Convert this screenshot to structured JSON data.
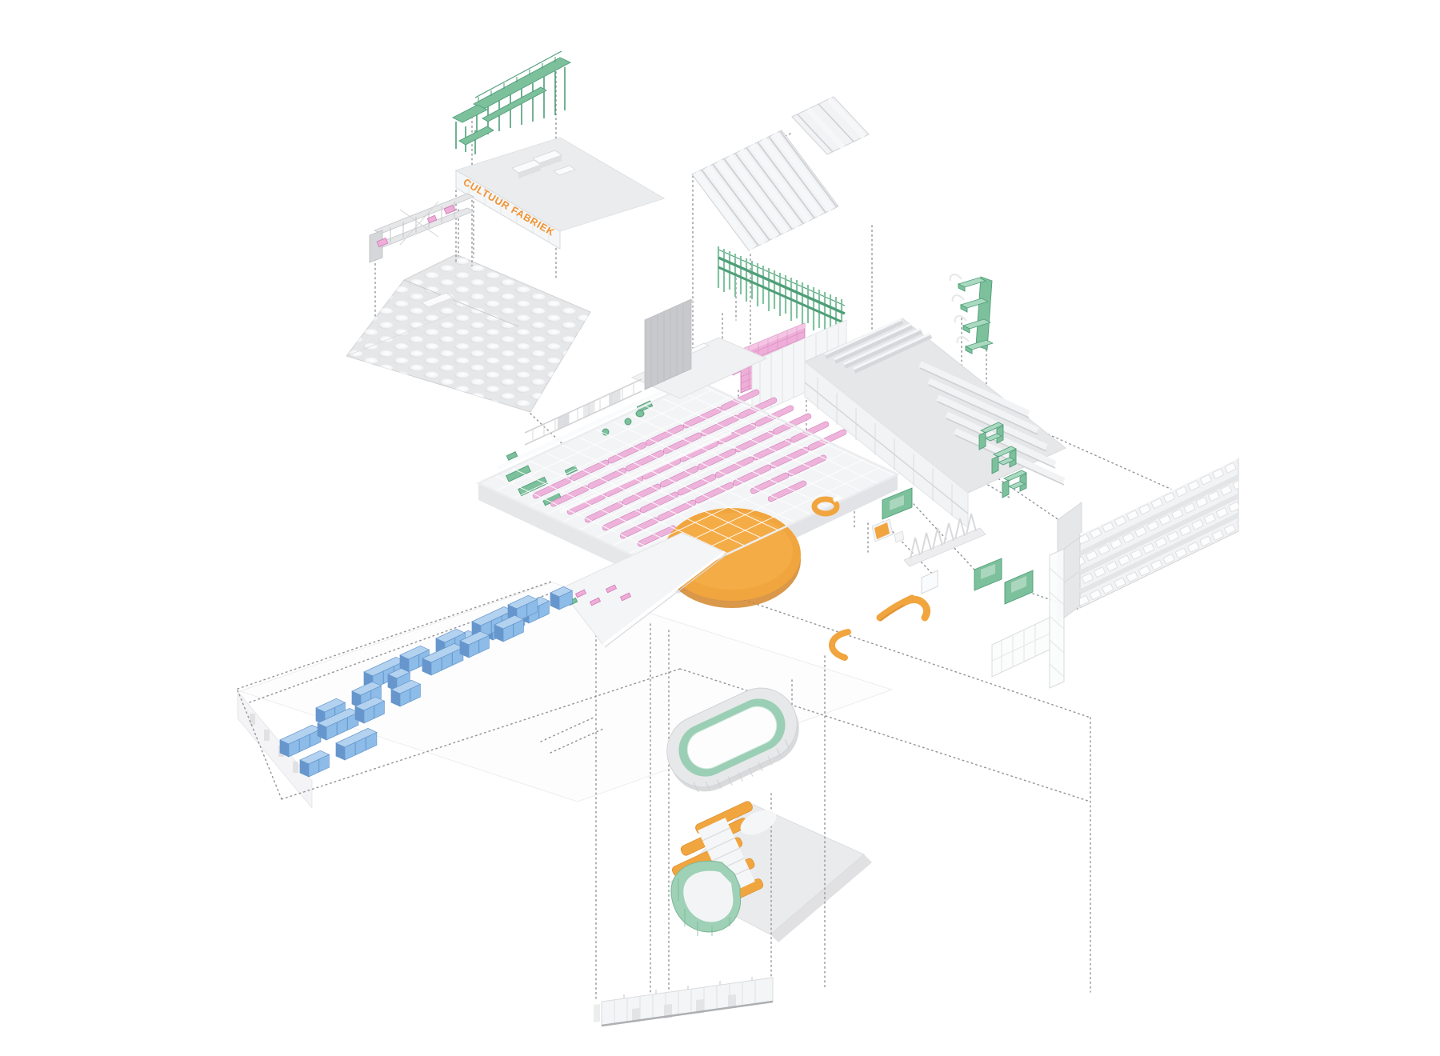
{
  "diagram": {
    "type": "exploded-axonometric-architecture-diagram",
    "background": "#ffffff",
    "sign_text": "CULTUUR FABRIEK"
  },
  "labels": {
    "building_sign": "CULTUUR FABRIEK"
  },
  "palette": {
    "green": "#7dc09c",
    "greenDark": "#4f9e78",
    "greenLight": "#a9d9c0",
    "pink": "#eeaed8",
    "pinkDark": "#cf7ab8",
    "pinkLight": "#f4c6e4",
    "orange": "#f1a53e",
    "orangeDark": "#d2862a",
    "orangeText": "#f0922f",
    "blue": "#8cbce7",
    "blueDark": "#6696cc",
    "blueLight": "#b3d2f0",
    "gray100": "#f2f3f5",
    "gray200": "#e6e7e9",
    "gray300": "#d6d7da",
    "gray400": "#c6c7ca",
    "gray500": "#b2b3b6",
    "dotted": "#919296"
  },
  "components": [
    {
      "id": "green-walkway-truss",
      "label": "elevated green walkway truss"
    },
    {
      "id": "cultuurfabriek-roof",
      "label": "roof slab with sign parapet"
    },
    {
      "id": "pink-gantry",
      "label": "gantry rack with pink boxes"
    },
    {
      "id": "dome-skylight-roof",
      "label": "roof plane with dome skylights"
    },
    {
      "id": "sawtooth-roof",
      "label": "sawtooth shed roof"
    },
    {
      "id": "green-facade-slats",
      "label": "green vertical slat screen"
    },
    {
      "id": "pink-grid-panel",
      "label": "pink gridded panel"
    },
    {
      "id": "green-stair-balconies",
      "label": "stacked green balconies"
    },
    {
      "id": "annex-building-mass",
      "label": "stepped annex building"
    },
    {
      "id": "central-building",
      "label": "central frame building"
    },
    {
      "id": "orange-disc-roof",
      "label": "orange circular canopy"
    },
    {
      "id": "perforated-facade",
      "label": "perforated window facade"
    },
    {
      "id": "green-meeting-booths",
      "label": "green meeting booths"
    },
    {
      "id": "gallery-furniture",
      "label": "orange benches and green panels"
    },
    {
      "id": "blue-storage-boxes",
      "label": "blue archive boxes on plane"
    },
    {
      "id": "oval-ring-wall",
      "label": "oval ring wall, green lining"
    },
    {
      "id": "auditorium-tiers",
      "label": "orange tiered auditorium"
    },
    {
      "id": "green-curved-wall",
      "label": "green curved enclosure"
    },
    {
      "id": "street-elevation",
      "label": "street facade elevation"
    },
    {
      "id": "projection-lines",
      "label": "dotted projection lines"
    }
  ]
}
